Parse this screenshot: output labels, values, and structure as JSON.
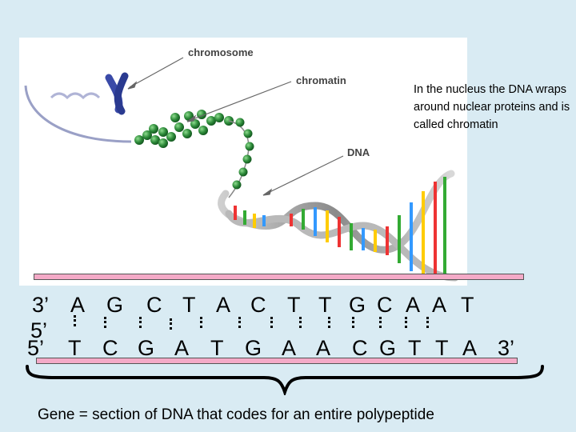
{
  "figure": {
    "labels": {
      "chromosome": "chromosome",
      "chromatin": "chromatin",
      "dna": "DNA"
    }
  },
  "caption": "In the nucleus the DNA wraps around nuclear proteins and is called chromatin",
  "strand_top": {
    "end_left": "3’",
    "bases": [
      "A",
      "G",
      "C",
      "T",
      "A",
      "C",
      "T",
      "T",
      "G",
      "C",
      "A",
      "A",
      "T"
    ],
    "end_right_overlap": "5’"
  },
  "strand_bottom": {
    "end_left": "5’",
    "bases": [
      "T",
      "C",
      "G",
      "A",
      "T",
      "G",
      "A",
      "A",
      "C",
      "G",
      "T",
      "T",
      "A"
    ],
    "end_right": "3’"
  },
  "gene_label": "Gene = section of DNA that codes for an entire polypeptide",
  "colors": {
    "background": "#d9ebf3",
    "bar_fill": "#f4aac7",
    "nucleosome": "#2e8b3a",
    "chromosome": "#3a4aa8"
  }
}
